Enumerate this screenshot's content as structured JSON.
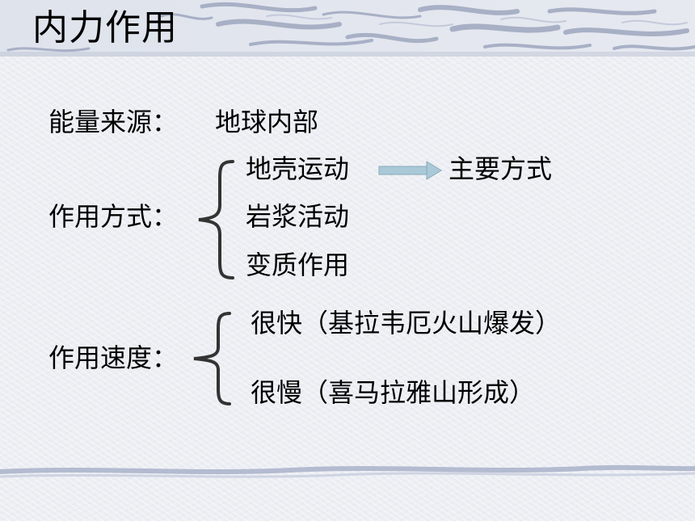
{
  "slide": {
    "title": "内力作用",
    "energy": {
      "label": "能量来源：",
      "value": "地球内部"
    },
    "modes": {
      "label": "作用方式：",
      "items": [
        "地壳运动",
        "岩浆活动",
        "变质作用"
      ],
      "main_note": "主要方式"
    },
    "speed": {
      "label": "作用速度：",
      "items": [
        "很快（基拉韦厄火山爆发）",
        "很慢（喜马拉雅山形成）"
      ]
    }
  },
  "colors": {
    "accent_arrow": "#a9c9d8",
    "brace": "#333333",
    "band": "#aeb6cc"
  }
}
